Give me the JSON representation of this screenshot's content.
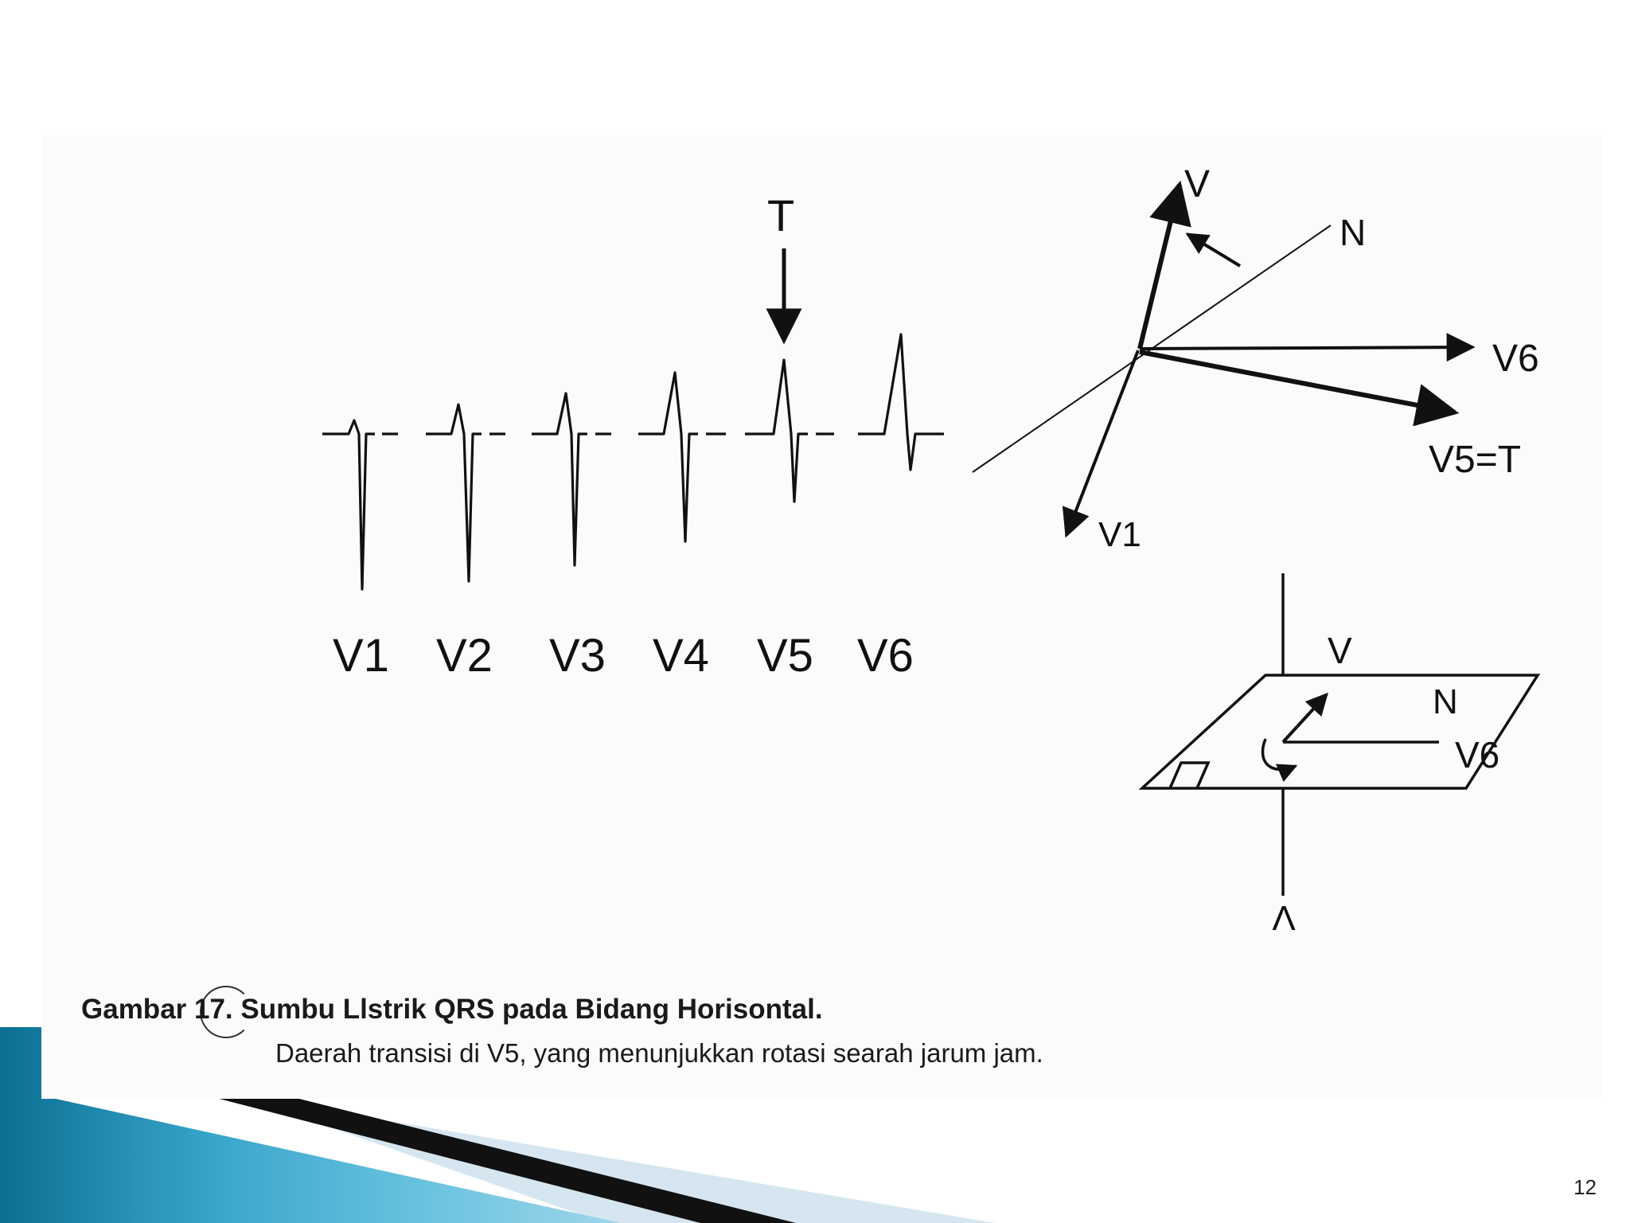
{
  "slide": {
    "page_number": "12",
    "colors": {
      "panel": "#fbfbfb",
      "ribbon_dark": "#0a6f92",
      "ribbon_light": "#6cc4e0",
      "ribbon_black": "#111111",
      "ribbon_pale": "#d5e6f0"
    }
  },
  "figure": {
    "ecg_leads": [
      "V1",
      "V2",
      "V3",
      "V4",
      "V5",
      "V6"
    ],
    "transition_marker": "T",
    "vector_diagram": {
      "labels": {
        "v": "V",
        "n": "N",
        "v6": "V6",
        "v5_t": "V5=T",
        "v1": "V1"
      }
    },
    "plane_diagram": {
      "labels": {
        "v_top": "V",
        "n": "N",
        "v6": "V6",
        "v_bottom": "V"
      }
    },
    "caption": {
      "title": "Gambar 17. Sumbu Llstrik QRS pada Bidang Horisontal.",
      "body": "Daerah transisi di V5, yang menunjukkan rotasi searah jarum jam."
    }
  }
}
